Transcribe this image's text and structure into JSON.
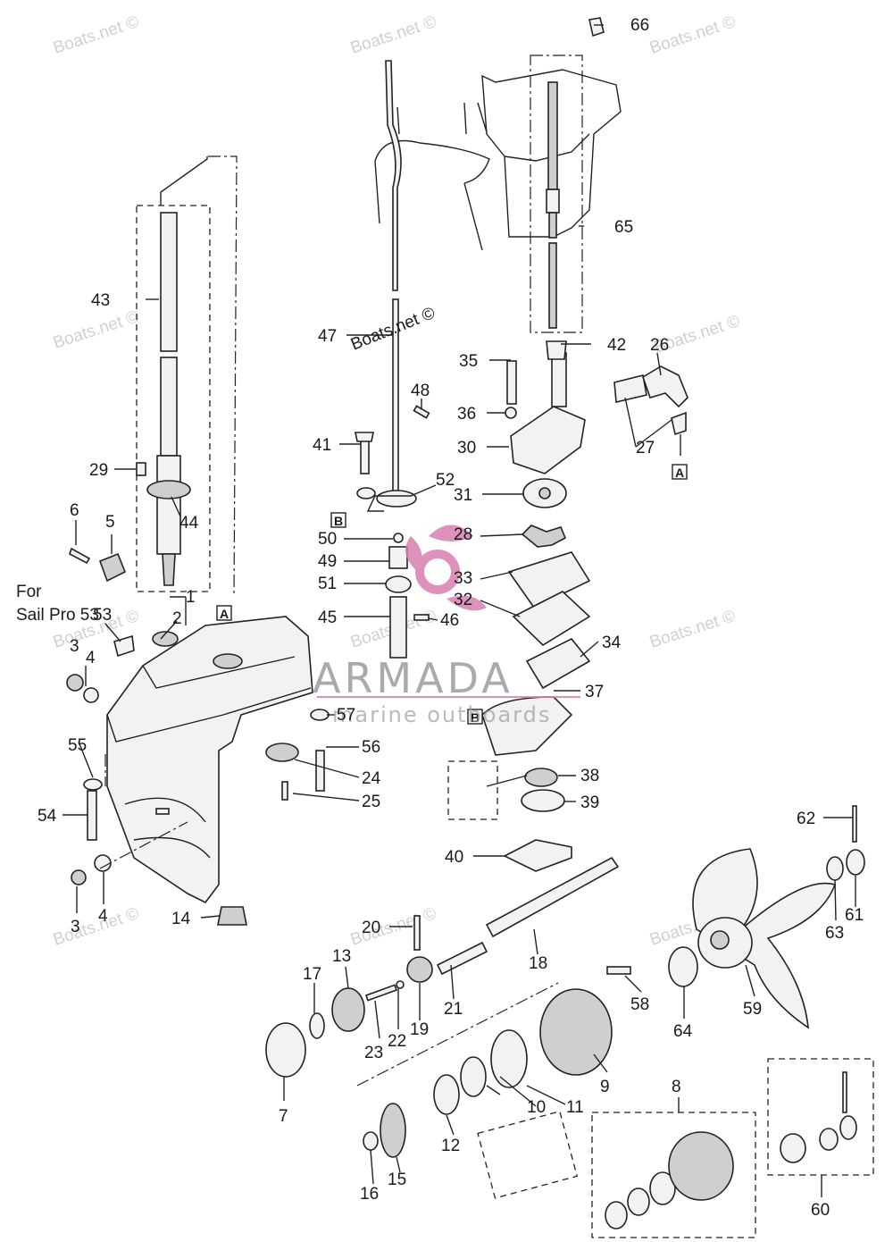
{
  "watermark_text": "Boats.net ©",
  "brand": {
    "name": "ARMADA",
    "tagline": "marine outboards",
    "color": "#d97fb0"
  },
  "note": {
    "line1": "For",
    "line2": "Sail Pro 53"
  },
  "ref_boxes": {
    "a": "A",
    "b": "B"
  },
  "labels": {
    "n1": "1",
    "n2": "2",
    "n3a": "3",
    "n3b": "3",
    "n4a": "4",
    "n4b": "4",
    "n5": "5",
    "n6": "6",
    "n7": "7",
    "n8": "8",
    "n9": "9",
    "n10": "10",
    "n11": "11",
    "n12": "12",
    "n13": "13",
    "n14": "14",
    "n15": "15",
    "n16": "16",
    "n17": "17",
    "n18": "18",
    "n19": "19",
    "n20": "20",
    "n21": "21",
    "n22": "22",
    "n23": "23",
    "n24": "24",
    "n25": "25",
    "n26": "26",
    "n27": "27",
    "n28": "28",
    "n29": "29",
    "n30": "30",
    "n31": "31",
    "n32": "32",
    "n33": "33",
    "n34": "34",
    "n35": "35",
    "n36": "36",
    "n37": "37",
    "n38": "38",
    "n39": "39",
    "n40": "40",
    "n41": "41",
    "n42": "42",
    "n43": "43",
    "n44": "44",
    "n45": "45",
    "n46": "46",
    "n47": "47",
    "n48": "48",
    "n49": "49",
    "n50": "50",
    "n51": "51",
    "n52": "52",
    "n53": "53",
    "n54": "54",
    "n55": "55",
    "n56": "56",
    "n57": "57",
    "n58": "58",
    "n59": "59",
    "n60": "60",
    "n61": "61",
    "n62": "62",
    "n63": "63",
    "n64": "64",
    "n65": "65",
    "n66": "66"
  }
}
